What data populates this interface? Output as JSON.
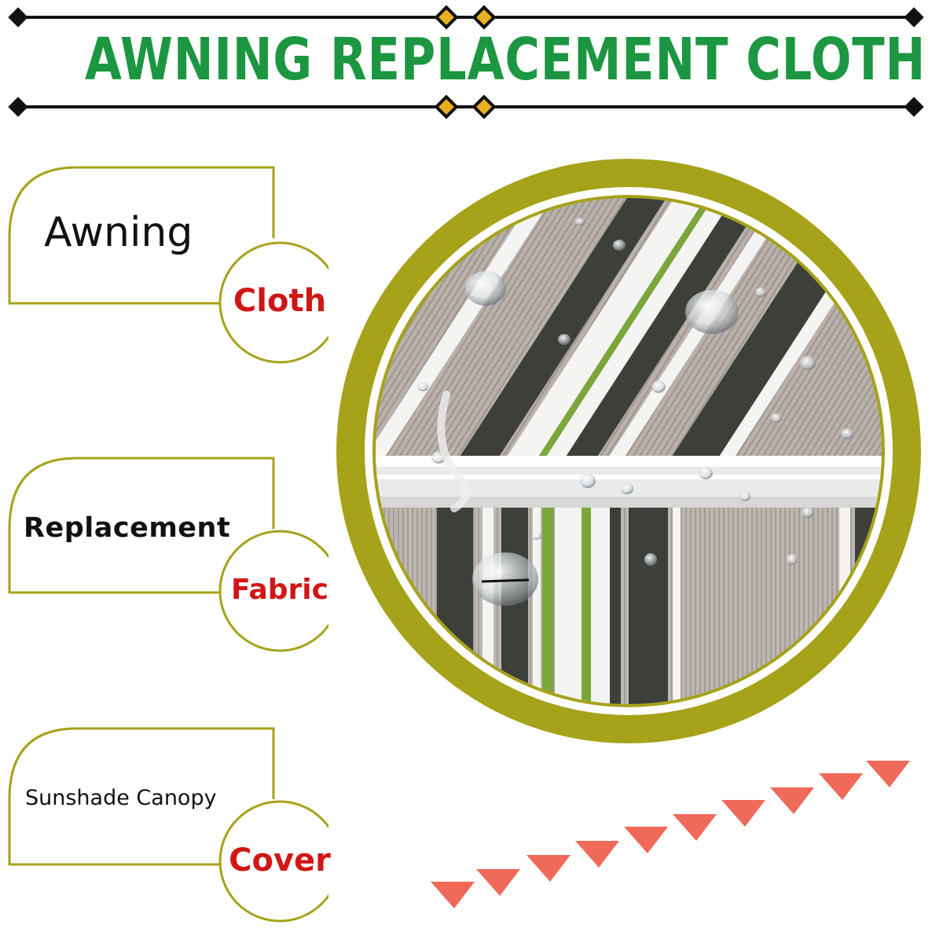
{
  "banner": {
    "title": "AWNING REPLACEMENT CLOTH",
    "title_color": "#1c9640",
    "line_color": "#111111",
    "bead_color": "#e8b020"
  },
  "callouts": [
    {
      "main": "Awning",
      "sub": "Cloth"
    },
    {
      "main": "Replacement",
      "sub": "Fabric"
    },
    {
      "main": "Sunshade Canopy",
      "sub": "Cover"
    }
  ],
  "colors": {
    "frame_olive": "#a6a21a",
    "accent_red": "#d11616",
    "chevron_coral": "#f06a5a",
    "stripe_dark": "#3c3f3a",
    "stripe_green": "#7aa63a",
    "stripe_taupe": "#b2aca6"
  },
  "image": {
    "subject": "close-up of striped awning fabric with water droplets",
    "icon": "fabric-swatch"
  }
}
